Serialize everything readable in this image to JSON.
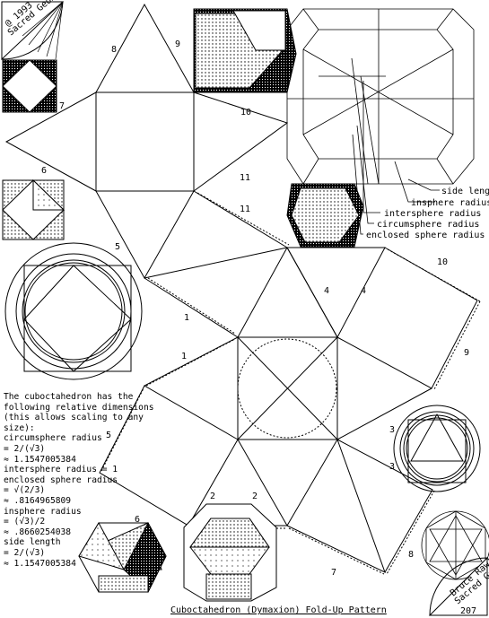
{
  "logo": {
    "top_text": "Sacred Geometry",
    "top_lines": [
      "@ 1993",
      "Bruce Rawles"
    ],
    "bottom_lines": [
      "Sacred Geometry Design Sourcebook"
    ],
    "page_number": "207"
  },
  "edge_labels": {
    "l8": "8",
    "l9": "9",
    "l7": "7",
    "l10a": "10",
    "l6": "6",
    "l11a": "11",
    "l11b": "11",
    "l5a": "5",
    "l4a": "4",
    "l4b": "4",
    "l10b": "10",
    "l1a": "1",
    "l1b": "1",
    "l9b": "9",
    "l5b": "5",
    "l3a": "3",
    "l3b": "3",
    "l2a": "2",
    "l2b": "2",
    "l6b": "6",
    "l7b": "7",
    "l8b": "8"
  },
  "callouts": {
    "side_length": "side length",
    "insphere_radius": "insphere radius",
    "intersphere_radius": "intersphere radius",
    "circumsphere_radius": "circumsphere radius",
    "enclosed_sphere_radius": "enclosed sphere radius"
  },
  "dimensions": {
    "lines": [
      "The cuboctahedron has the",
      "following relative dimensions",
      "(this allows scaling to any",
      "size):",
      "circumsphere radius",
      "= 2/(√3)",
      "≈ 1.1547005384",
      "intersphere radius = 1",
      "enclosed sphere radius",
      "= √(2/3)",
      "≈ .8164965809",
      "insphere radius",
      "= (√3)/2",
      "≈ .8660254038",
      "side length",
      "= 2/(√3)",
      "≈ 1.1547005384"
    ]
  },
  "footer": {
    "title": "Cuboctahedron (Dymaxion) Fold-Up Pattern"
  }
}
